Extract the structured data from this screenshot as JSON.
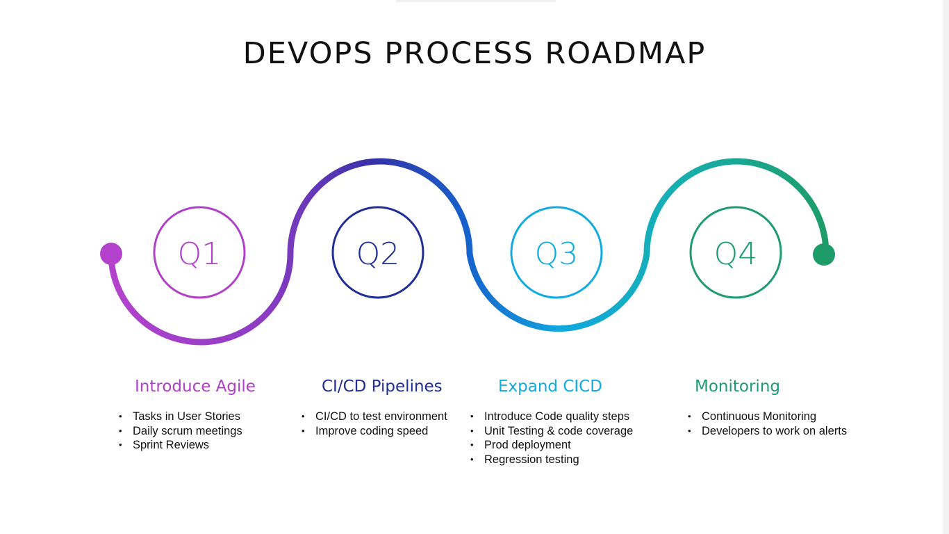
{
  "title": "DEVOPS PROCESS ROADMAP",
  "colors": {
    "q1": "#b040c8",
    "q2": "#1f2f97",
    "q3": "#11abe2",
    "q4": "#1e9c70"
  },
  "phases": [
    {
      "quarter": "Q1",
      "title": "Introduce Agile",
      "items": [
        "Tasks in User Stories",
        "Daily scrum meetings",
        "Sprint Reviews"
      ]
    },
    {
      "quarter": "Q2",
      "title": "CI/CD Pipelines",
      "items": [
        "CI/CD to test environment",
        "Improve coding speed"
      ]
    },
    {
      "quarter": "Q3",
      "title": "Expand CICD",
      "items": [
        "Introduce Code quality steps",
        "Unit Testing & code coverage",
        "Prod deployment",
        "Regression testing"
      ]
    },
    {
      "quarter": "Q4",
      "title": "Monitoring",
      "items": [
        "Continuous Monitoring",
        "Developers to work on alerts"
      ]
    }
  ]
}
